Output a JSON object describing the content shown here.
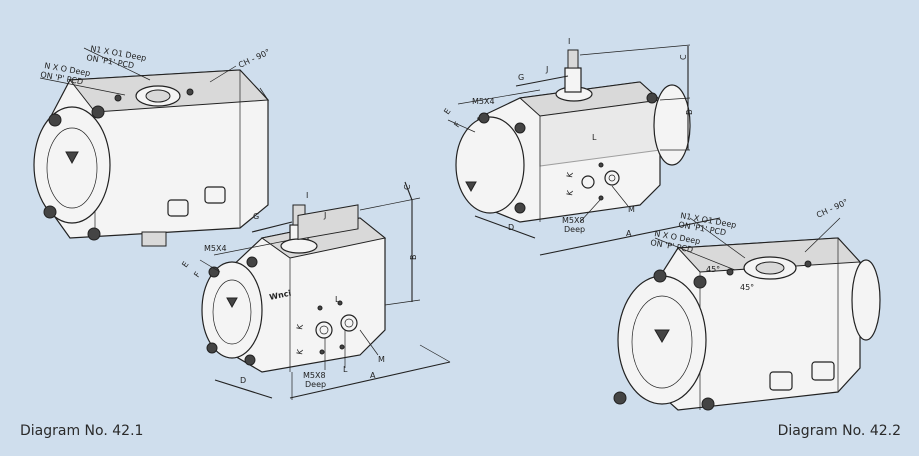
{
  "captions": {
    "left": "Diagram No. 42.1",
    "right": "Diagram No. 42.2"
  },
  "labels": {
    "n1": "N1 X O1 Deep",
    "p1pcd": "ON 'P1' PCD",
    "n": "N X O Deep",
    "ppcd": "ON 'P' PCD",
    "ch": "CH - 90°",
    "g": "G",
    "i": "I",
    "j": "J",
    "c": "C",
    "b": "B",
    "m5x4": "M5X4",
    "e": "E",
    "f": "F",
    "l": "L",
    "k": "K",
    "m5x8": "M5X8",
    "deep": "Deep",
    "m": "M",
    "d": "D",
    "a": "A",
    "ang45": "45°",
    "ang45b": "45°",
    "brand": "Wnci"
  },
  "colors": {
    "background": "#cfdeed",
    "line": "#222222"
  }
}
